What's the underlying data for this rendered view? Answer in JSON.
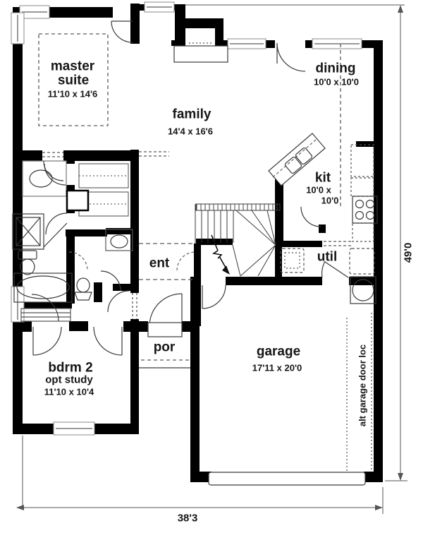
{
  "rooms": {
    "master": {
      "name_line1": "master",
      "name_line2": "suite",
      "dims": "11'10 x 14'6"
    },
    "family": {
      "name": "family",
      "dims": "14'4 x 16'6"
    },
    "dining": {
      "name": "dining",
      "dims": "10'0 x 10'0"
    },
    "kitchen": {
      "name": "kit",
      "dims_line1": "10'0 x",
      "dims_line2": "10'0"
    },
    "utility": {
      "name": "util"
    },
    "entry": {
      "name": "ent"
    },
    "porch": {
      "name": "por"
    },
    "bedroom2": {
      "name": "bdrm 2",
      "subtitle": "opt study",
      "dims": "11'10 x 10'4"
    },
    "garage": {
      "name": "garage",
      "dims": "17'11 x 20'0"
    }
  },
  "annotations": {
    "alt_garage_door": "alt garage door loc"
  },
  "dimensions": {
    "overall_width": "38'3",
    "overall_height": "49'0"
  },
  "colors": {
    "wall": "#000000",
    "line": "#3a3a3a",
    "dash": "#5a5a5a",
    "window": "#999999"
  }
}
